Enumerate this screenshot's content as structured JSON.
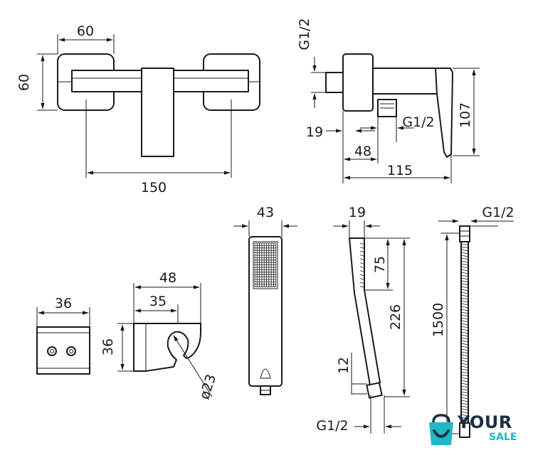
{
  "dimensions": {
    "mixer_front_width": "60",
    "mixer_front_height": "60",
    "mixer_centers": "150",
    "side_connection": "G1/2",
    "side_inlet_length": "19",
    "side_outlet": "G1/2",
    "side_outlet_depth": "48",
    "side_depth": "115",
    "side_height": "107",
    "holder_width": "36",
    "bracket_width": "48",
    "bracket_inner": "35",
    "bracket_height": "36",
    "bracket_hole": "ø23",
    "handshower_width": "43",
    "handshower_depth": "19",
    "handshower_head_length": "75",
    "handshower_length": "226",
    "handshower_neck": "12",
    "handshower_thread": "G1/2",
    "hose_connection": "G1/2",
    "hose_length": "1500"
  },
  "brand": {
    "word1": "YOUR",
    "word2": "SALE",
    "primary_color": "#1c2e44",
    "accent_color": "#1fb8c4",
    "icon": "shopping-bag-icon"
  }
}
